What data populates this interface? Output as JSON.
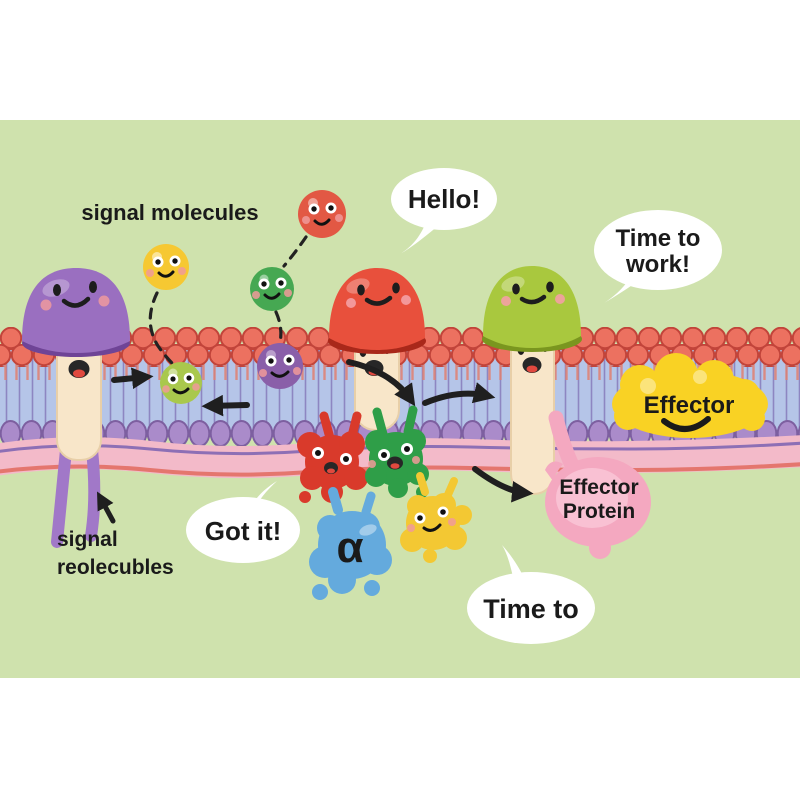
{
  "illustration": {
    "labels": {
      "signal_molecules": "signal molecules",
      "receptor_caption_line1": "signal",
      "receptor_caption_line2": "reolecubles"
    },
    "speech_bubbles": {
      "hello": "Hello!",
      "time_to_work_line1": "Time to",
      "time_to_work_line2": "work!",
      "got_it": "Got it!",
      "time_to": "Time to"
    },
    "proteins": {
      "effector_label": "Effector",
      "effector_protein_line1": "Effector",
      "effector_protein_line2": "Protein",
      "alpha_subunit_label": "α"
    },
    "colors": {
      "background": "#cfe2ad",
      "membrane_outer_heads": "#ec7160",
      "membrane_inner_heads": "#aa8bca",
      "membrane_core": "#b5c5e8",
      "membrane_band_pink": "#f3bac9",
      "receptor_purple": "#9a6fc0",
      "receptor_red": "#e8503c",
      "receptor_green": "#a9c83e",
      "receptor_stem": "#f8e6c9",
      "ball_yellow": "#f6c832",
      "ball_red": "#e25844",
      "ball_green": "#46a852",
      "membrane_ball_green": "#a9c84d",
      "membrane_ball_purple": "#8a5fa9",
      "gprotein_red": "#d93a2b",
      "gprotein_green": "#2f9e48",
      "gprotein_blue": "#64aadd",
      "gprotein_yellow": "#f3c833",
      "effector_yellow": "#f9d224",
      "effector_protein_pink": "#f4a8c0",
      "arrow": "#1f1f1f",
      "speech_bubble": "#ffffff",
      "text": "#1a1a1a"
    }
  }
}
